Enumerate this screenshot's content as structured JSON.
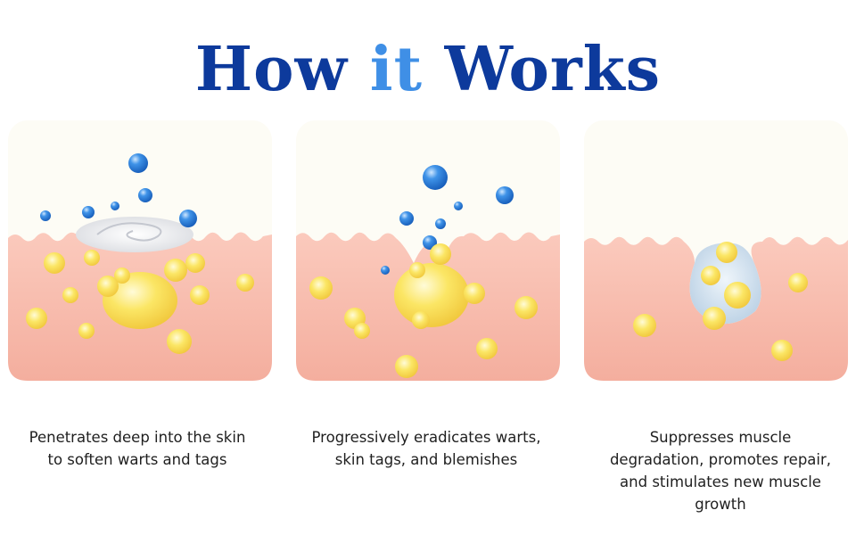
{
  "title": {
    "word1": "How",
    "word2": "it",
    "word3": "Works"
  },
  "colors": {
    "title_dark": "#0d3a9c",
    "title_light": "#3f8fe6",
    "skin": "#f6b8ab",
    "cream": "#fdfcf5",
    "droplet": "#2f7fd8",
    "particle": "#fbe36a"
  },
  "panels": [
    {
      "caption_lines": [
        "Penetrates deep into the skin",
        "to soften warts and tags"
      ]
    },
    {
      "caption_lines": [
        "Progressively eradicates warts,",
        "skin tags, and blemishes"
      ]
    },
    {
      "caption_lines": [
        "Suppresses muscle",
        "degradation, promotes repair,",
        "and stimulates new muscle",
        "growth"
      ]
    }
  ]
}
